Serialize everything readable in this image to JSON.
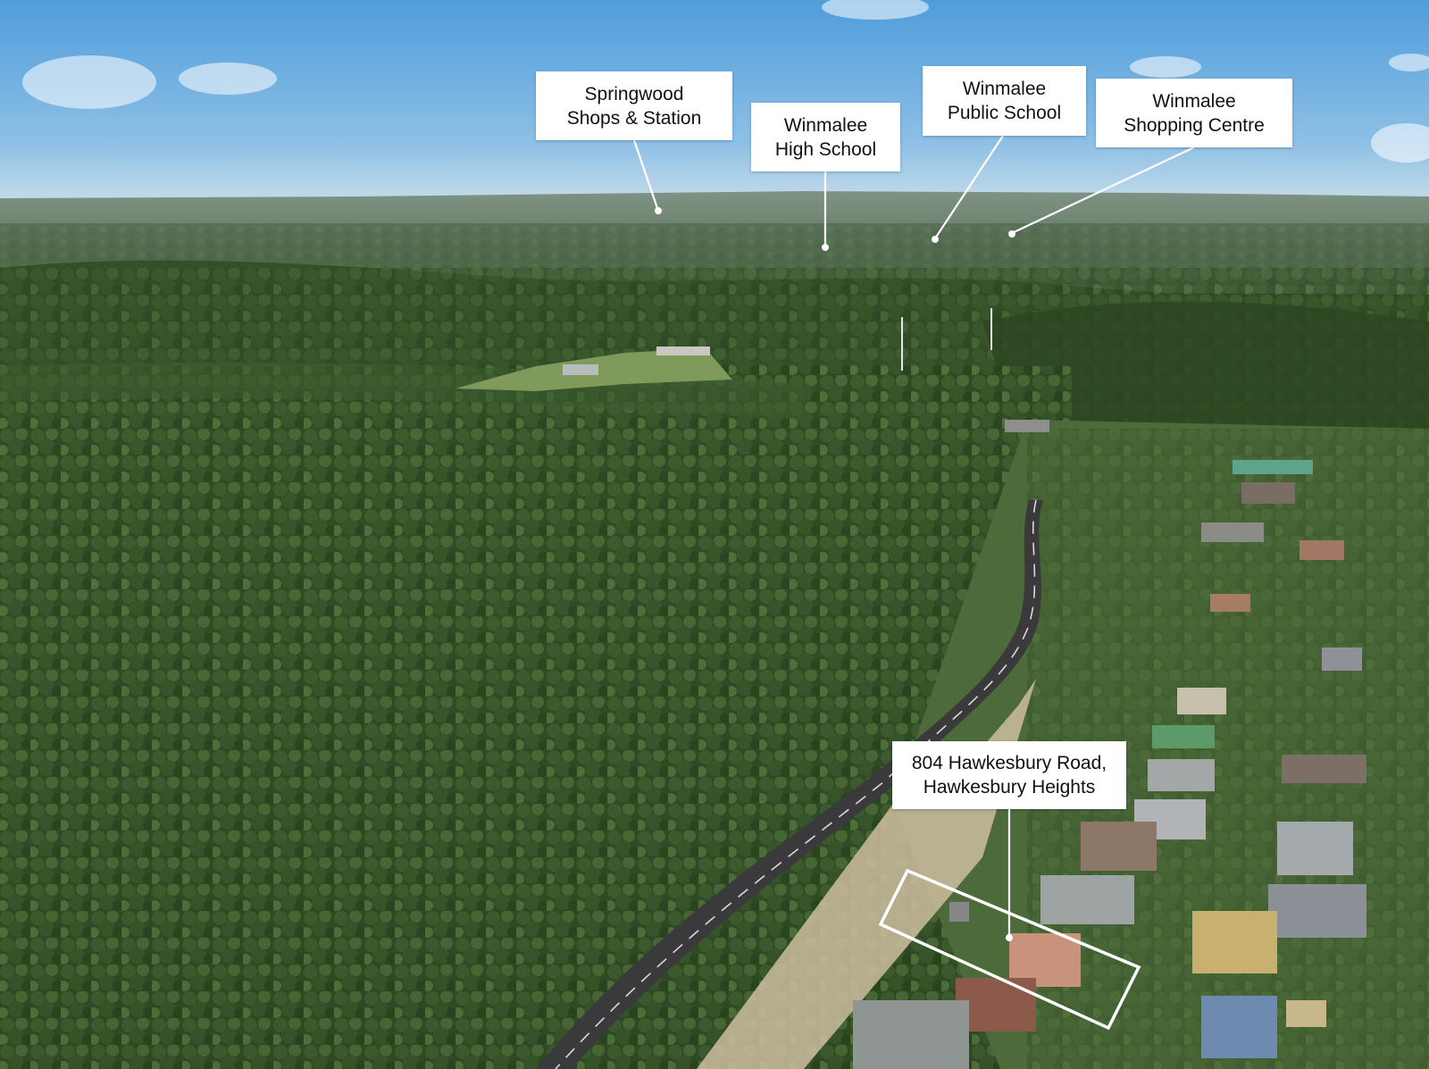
{
  "map": {
    "labels": [
      {
        "id": "springwood",
        "lines": [
          "Springwood",
          "Shops & Station"
        ]
      },
      {
        "id": "winmalee-high",
        "lines": [
          "Winmalee",
          "High School"
        ]
      },
      {
        "id": "winmalee-public",
        "lines": [
          "Winmalee",
          "Public School"
        ]
      },
      {
        "id": "winmalee-shopping",
        "lines": [
          "Winmalee",
          "Shopping Centre"
        ]
      },
      {
        "id": "subject-property",
        "lines": [
          "804 Hawkesbury Road,",
          "Hawkesbury Heights"
        ]
      }
    ]
  },
  "colors": {
    "sky_top": "#5aa3de",
    "sky_horizon": "#c4dcec",
    "far_hills": "#6f8574",
    "forest_dark": "#2c4422",
    "forest_mid": "#3f5c2d",
    "road": "#3d3d3f",
    "label_bg": "#ffffff",
    "label_text": "#111111",
    "boundary": "#ffffff"
  }
}
